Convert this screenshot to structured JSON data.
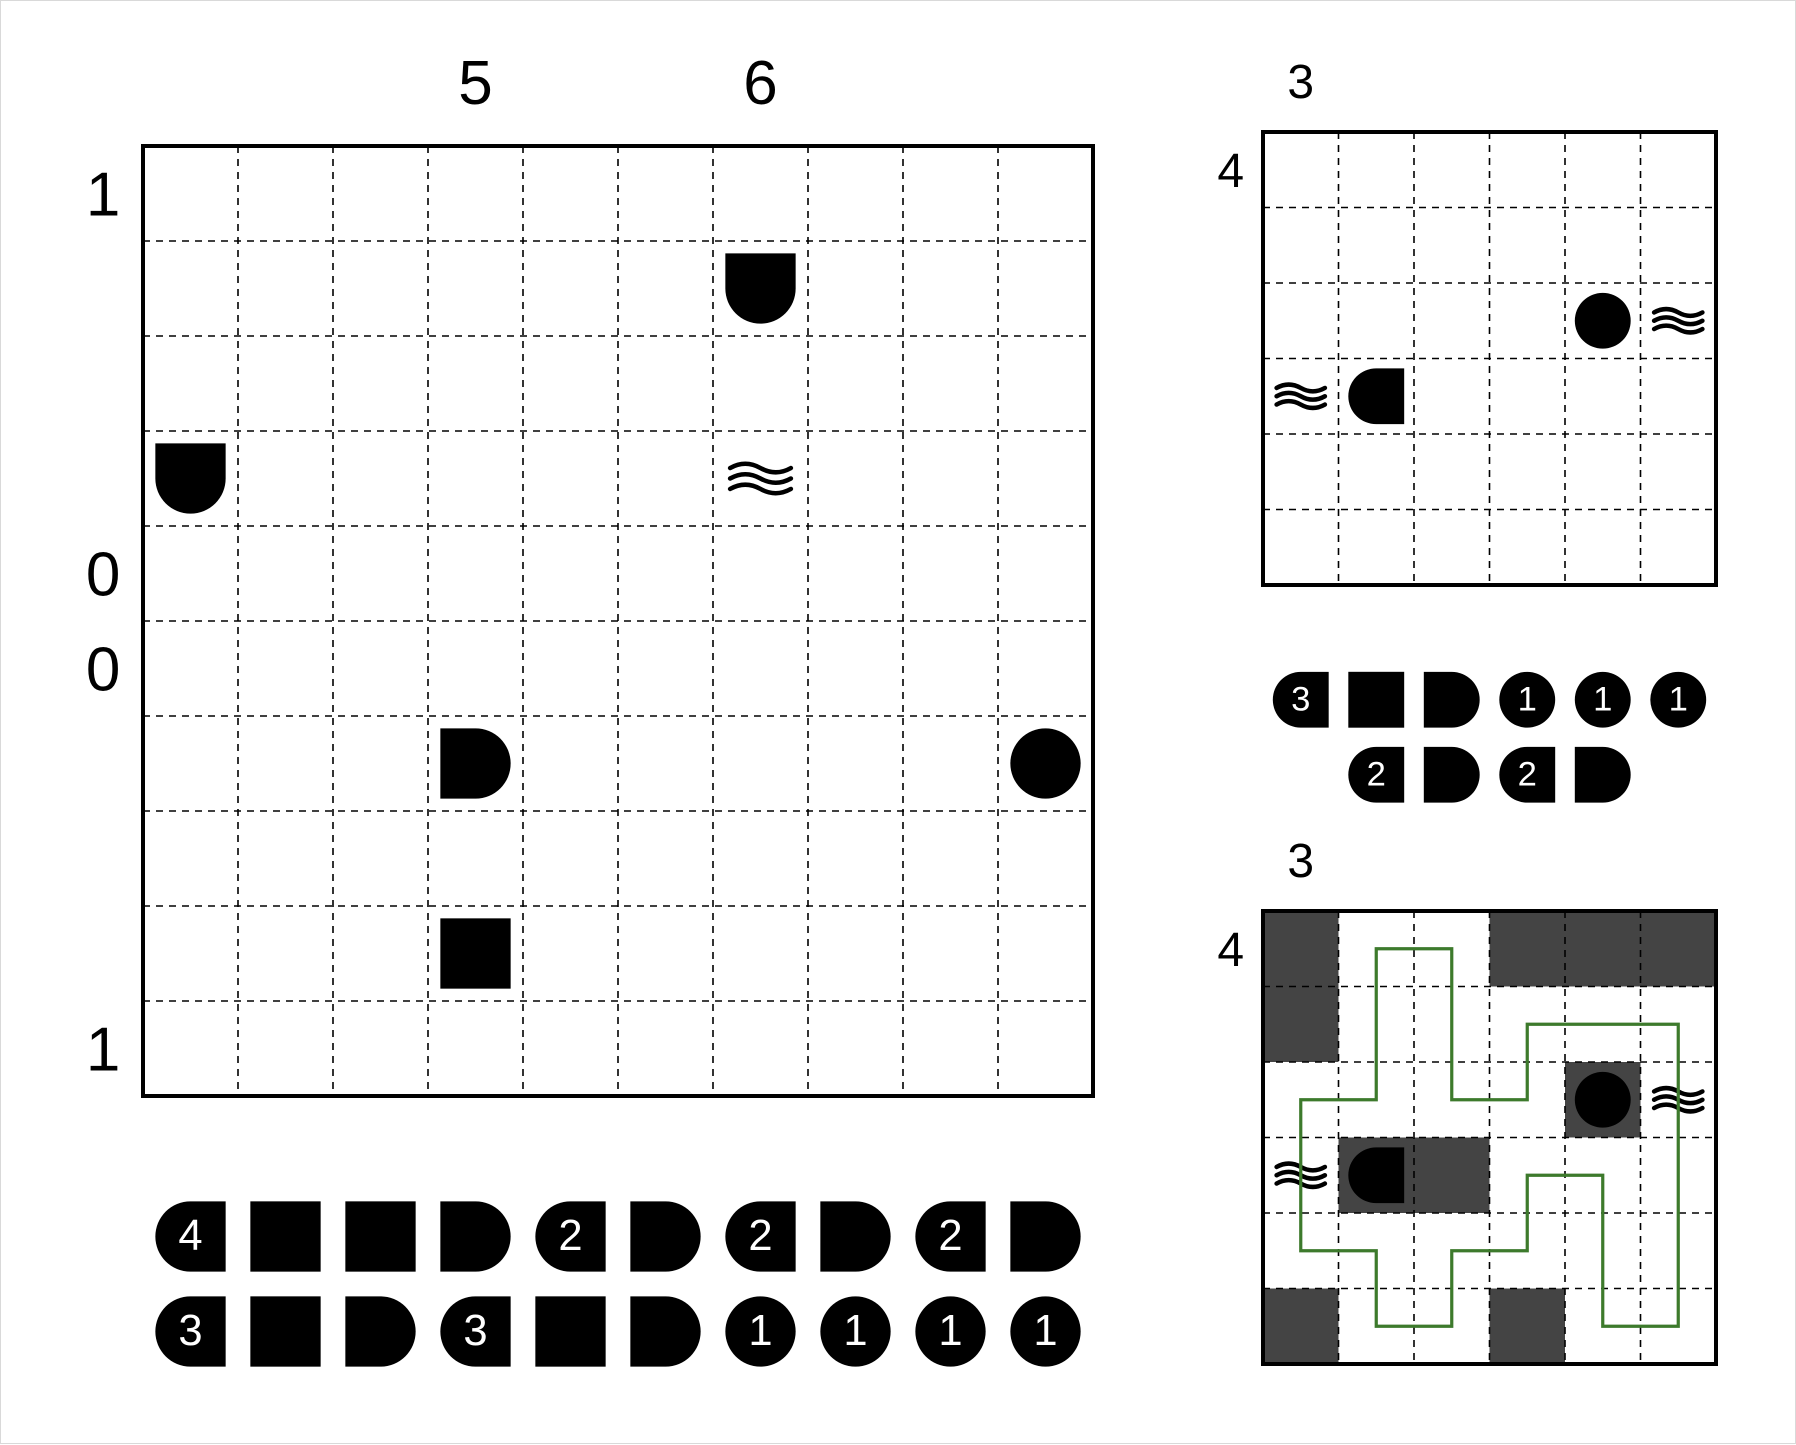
{
  "main_puzzle": {
    "rows": 10,
    "cols": 10,
    "col_clues": [
      "",
      "",
      "",
      "5",
      "",
      "",
      "6",
      "",
      "",
      ""
    ],
    "row_clues": [
      "1",
      "",
      "",
      "",
      "0",
      "0",
      "",
      "",
      "",
      "1"
    ],
    "cells": [
      {
        "r": 1,
        "c": 6,
        "type": "cap-bottom"
      },
      {
        "r": 3,
        "c": 0,
        "type": "cap-bottom"
      },
      {
        "r": 3,
        "c": 6,
        "type": "water"
      },
      {
        "r": 6,
        "c": 3,
        "type": "cap-right"
      },
      {
        "r": 6,
        "c": 9,
        "type": "circle"
      },
      {
        "r": 8,
        "c": 3,
        "type": "square"
      }
    ],
    "fleet": [
      [
        {
          "type": "cap-left",
          "num": "4"
        },
        {
          "type": "square"
        },
        {
          "type": "square"
        },
        {
          "type": "cap-right"
        },
        {
          "type": "cap-left",
          "num": "2"
        },
        {
          "type": "cap-right"
        },
        {
          "type": "cap-left",
          "num": "2"
        },
        {
          "type": "cap-right"
        },
        {
          "type": "cap-left",
          "num": "2"
        },
        {
          "type": "cap-right"
        }
      ],
      [
        {
          "type": "cap-left",
          "num": "3"
        },
        {
          "type": "square"
        },
        {
          "type": "cap-right"
        },
        {
          "type": "cap-left",
          "num": "3"
        },
        {
          "type": "square"
        },
        {
          "type": "cap-right"
        },
        {
          "type": "circle",
          "num": "1"
        },
        {
          "type": "circle",
          "num": "1"
        },
        {
          "type": "circle",
          "num": "1"
        },
        {
          "type": "circle",
          "num": "1"
        }
      ]
    ]
  },
  "example_puzzle": {
    "rows": 6,
    "cols": 6,
    "col_clues": [
      "3",
      "",
      "",
      "",
      "",
      ""
    ],
    "row_clues": [
      "4",
      "",
      "",
      "",
      "",
      ""
    ],
    "cells": [
      {
        "r": 2,
        "c": 4,
        "type": "circle"
      },
      {
        "r": 2,
        "c": 5,
        "type": "water"
      },
      {
        "r": 3,
        "c": 0,
        "type": "water"
      },
      {
        "r": 3,
        "c": 1,
        "type": "cap-left"
      }
    ],
    "fleet": [
      [
        {
          "type": "cap-left",
          "num": "3"
        },
        {
          "type": "square"
        },
        {
          "type": "cap-right"
        },
        {
          "type": "circle",
          "num": "1"
        },
        {
          "type": "circle",
          "num": "1"
        },
        {
          "type": "circle",
          "num": "1"
        }
      ],
      [
        {
          "type": "cap-left",
          "num": "2"
        },
        {
          "type": "cap-right"
        },
        {
          "type": "cap-left",
          "num": "2"
        },
        {
          "type": "cap-right"
        }
      ]
    ]
  },
  "solution_puzzle": {
    "rows": 6,
    "cols": 6,
    "col_clues": [
      "3",
      "",
      "",
      "",
      "",
      ""
    ],
    "row_clues": [
      "4",
      "",
      "",
      "",
      "",
      ""
    ],
    "shaded": [
      [
        0,
        0
      ],
      [
        1,
        0
      ],
      [
        0,
        3
      ],
      [
        0,
        4
      ],
      [
        0,
        5
      ],
      [
        2,
        4
      ],
      [
        3,
        1
      ],
      [
        3,
        2
      ],
      [
        5,
        0
      ],
      [
        5,
        3
      ]
    ],
    "cells": [
      {
        "r": 2,
        "c": 4,
        "type": "circle"
      },
      {
        "r": 2,
        "c": 5,
        "type": "water"
      },
      {
        "r": 3,
        "c": 0,
        "type": "water"
      },
      {
        "r": 3,
        "c": 1,
        "type": "cap-left"
      }
    ],
    "loop": [
      [
        1,
        0.5
      ],
      [
        2,
        0.5
      ],
      [
        2,
        2.5
      ],
      [
        0.5,
        2.5
      ],
      [
        0.5,
        4.5
      ],
      [
        1,
        4.5
      ],
      [
        1,
        6
      ],
      [
        0,
        6
      ],
      [
        0,
        5
      ],
      [
        0,
        4
      ],
      [
        0,
        3
      ],
      [
        0,
        2
      ],
      [
        0,
        1
      ]
    ],
    "loop_color": "#3d7a2c",
    "shade_color": "#444444"
  },
  "colors": {
    "ink": "#000000",
    "paper": "#ffffff"
  }
}
